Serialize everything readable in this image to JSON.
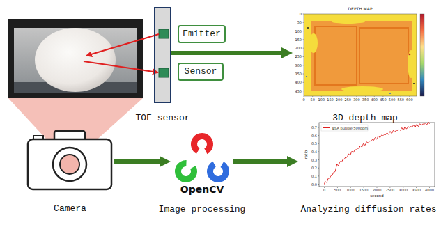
{
  "diagram": {
    "nodes": [
      {
        "text": [
          "TOF sensor"
        ]
      },
      {
        "text": [
          "Emitter"
        ]
      },
      {
        "text": [
          "Sensor"
        ]
      },
      {
        "text": [
          "3D depth map"
        ]
      },
      {
        "text": [
          "Camera"
        ]
      },
      {
        "text": [
          "OpenCV",
          "Image processing"
        ]
      },
      {
        "text": [
          "Analyzing diffusion rates"
        ]
      }
    ],
    "edges": [
      {
        "from": 0,
        "to": 3,
        "arrow": "to"
      },
      {
        "from": 4,
        "to": 5,
        "arrow": "to"
      },
      {
        "from": 5,
        "to": 6,
        "arrow": "to"
      }
    ],
    "labels": [
      "DEPTH MAP",
      "0",
      "50",
      "100",
      "150",
      "200",
      "250",
      "300",
      "350",
      "400",
      "450",
      "500",
      "550",
      "600",
      "0",
      "50",
      "100",
      "150",
      "200",
      "250",
      "300",
      "350",
      "400",
      "450",
      "0.0",
      "0.1",
      "0.2",
      "0.3",
      "0.4",
      "0.5",
      "0.6",
      "0.7",
      "ratio",
      "0",
      "500",
      "1000",
      "1500",
      "2000",
      "2500",
      "3000",
      "3500",
      "4000",
      "second"
    ],
    "legend": [
      {
        "text": "BSA bubble 500ppm"
      }
    ]
  }
}
